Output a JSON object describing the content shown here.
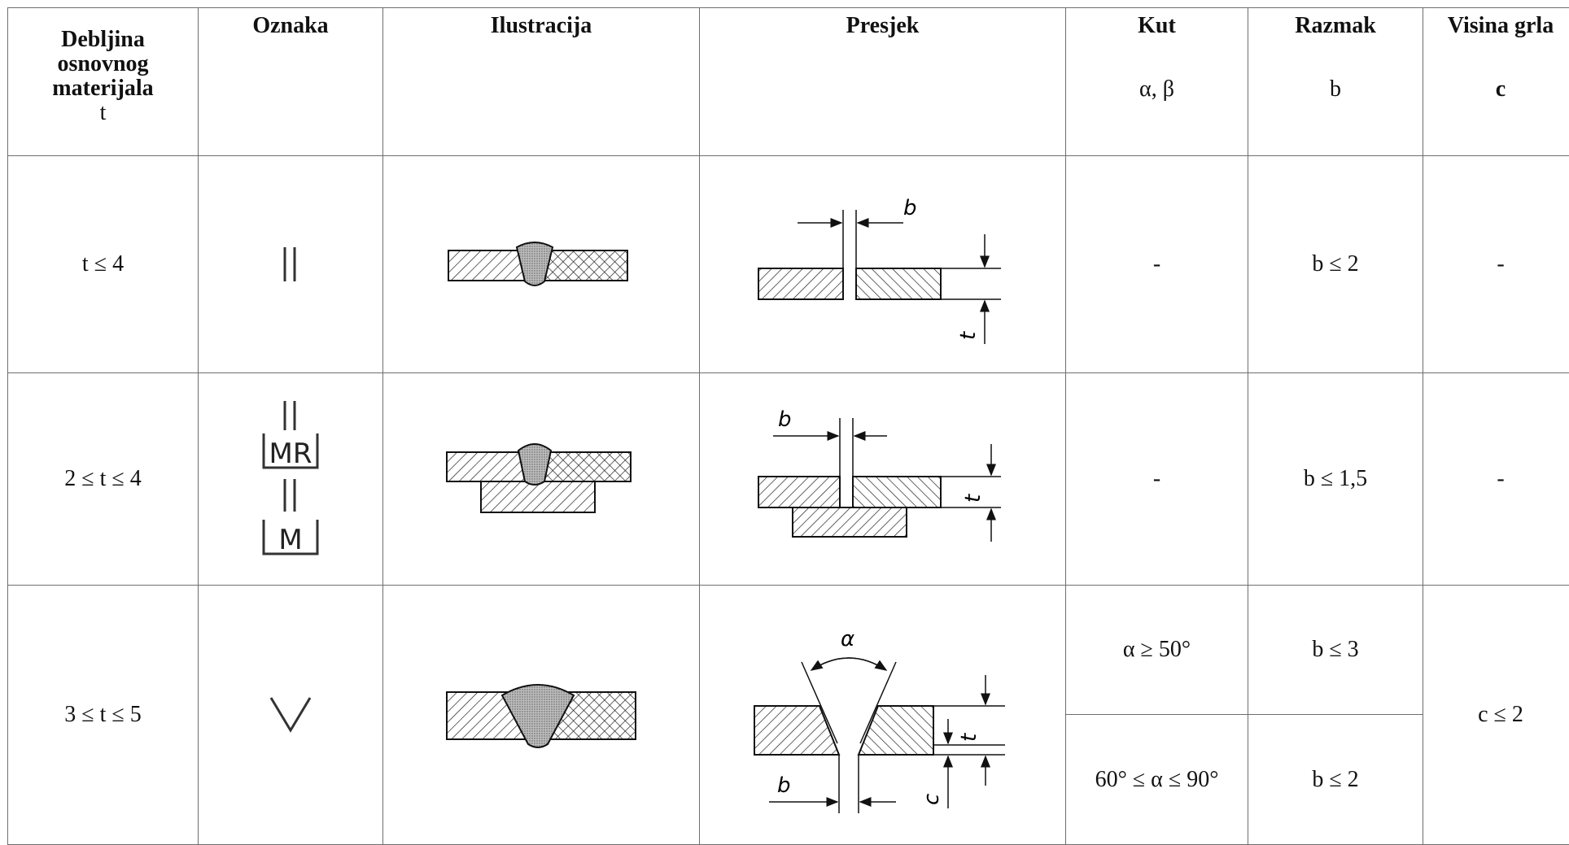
{
  "header": {
    "thickness": {
      "line1": "Debljina",
      "line2": "osnovnog",
      "line3": "materijala",
      "symbol": "t"
    },
    "designation": "Oznaka",
    "illustration": "Ilustracija",
    "section": "Presjek",
    "angle": {
      "title": "Kut",
      "symbol": "α, β"
    },
    "gap": {
      "title": "Razmak",
      "symbol": "b"
    },
    "throat": {
      "title": "Visina grla",
      "symbol": "c"
    }
  },
  "rows": [
    {
      "thickness": "t ≤ 4",
      "angle": "-",
      "gap": "b  ≤ 2",
      "throat": "-",
      "section_labels": {
        "b": "b",
        "t": "t"
      }
    },
    {
      "thickness": "2 ≤ t ≤ 4",
      "symbol_labels": {
        "mr": "MR",
        "m": "M"
      },
      "angle": "-",
      "gap": "b ≤ 1,5",
      "throat": "-",
      "section_labels": {
        "b": "b",
        "t": "t"
      }
    },
    {
      "thickness": "3 ≤ t ≤ 5",
      "sub": [
        {
          "angle": "α ≥ 50°",
          "gap": "b  ≤ 3"
        },
        {
          "angle": "60° ≤ α ≤ 90°",
          "gap": "b  ≤ 2"
        }
      ],
      "throat": "c ≤ 2",
      "section_labels": {
        "alpha": "α",
        "b": "b",
        "t": "t",
        "c": "c"
      }
    }
  ]
}
